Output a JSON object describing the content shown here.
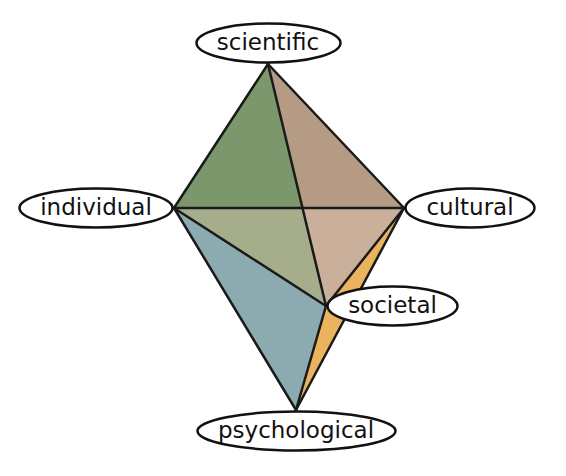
{
  "diagram": {
    "nodes": [
      {
        "text": [
          "scientific"
        ]
      },
      {
        "text": [
          "individual"
        ]
      },
      {
        "text": [
          "cultural"
        ]
      },
      {
        "text": [
          "societal"
        ]
      },
      {
        "text": [
          "psychological"
        ]
      }
    ],
    "edges": [
      {
        "from": 0,
        "to": 1,
        "arrow": "none"
      },
      {
        "from": 0,
        "to": 2,
        "arrow": "none"
      },
      {
        "from": 0,
        "to": 3,
        "arrow": "none"
      },
      {
        "from": 1,
        "to": 2,
        "arrow": "none"
      },
      {
        "from": 1,
        "to": 3,
        "arrow": "none"
      },
      {
        "from": 1,
        "to": 4,
        "arrow": "none"
      },
      {
        "from": 2,
        "to": 3,
        "arrow": "none"
      },
      {
        "from": 2,
        "to": 4,
        "arrow": "none"
      },
      {
        "from": 3,
        "to": 4,
        "arrow": "none"
      }
    ]
  }
}
